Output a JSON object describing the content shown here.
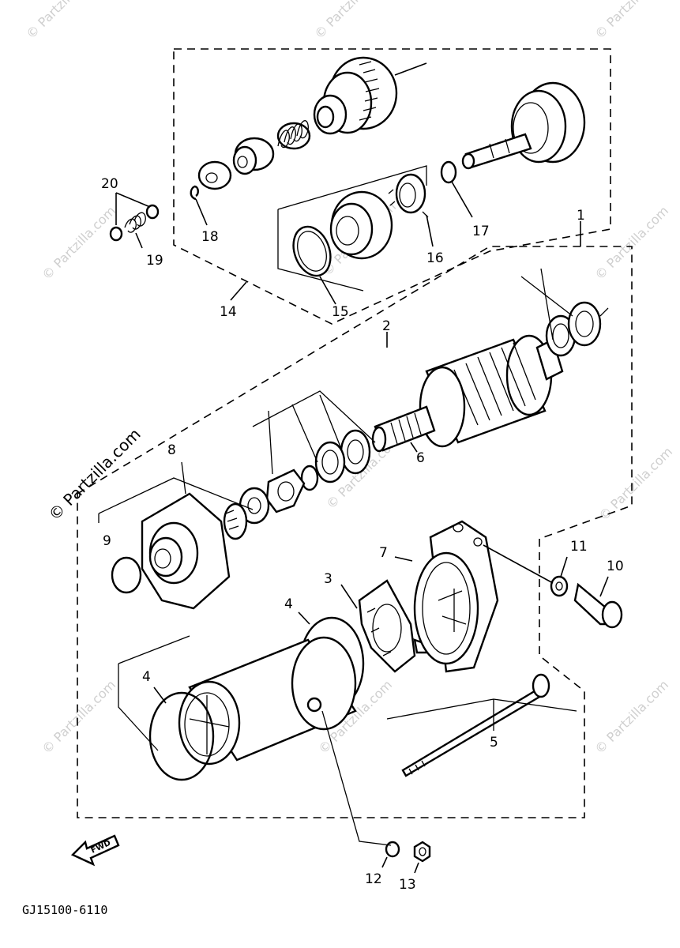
{
  "watermarks": [
    "© Partzilla.com",
    "© Partzilla.com",
    "© Partzilla.com",
    "© Partzilla.com",
    "© Partzilla.com",
    "© Partzilla.com",
    "© Partzilla.com",
    "© Partzilla.com",
    "© Partzilla.com",
    "© Partzilla.com",
    "© Partzilla.com",
    "© Partzilla.com"
  ],
  "callouts": {
    "p1": "1",
    "p2": "2",
    "p3": "3",
    "p4a": "4",
    "p4b": "4",
    "p5": "5",
    "p6": "6",
    "p7": "7",
    "p8": "8",
    "p9": "9",
    "p10": "10",
    "p11": "11",
    "p12": "12",
    "p13": "13",
    "p14": "14",
    "p15": "15",
    "p16": "16",
    "p17": "17",
    "p18": "18",
    "p19": "19",
    "p20": "20"
  },
  "fwd_label": "FWD",
  "diagram_code": "GJ15100-6110"
}
